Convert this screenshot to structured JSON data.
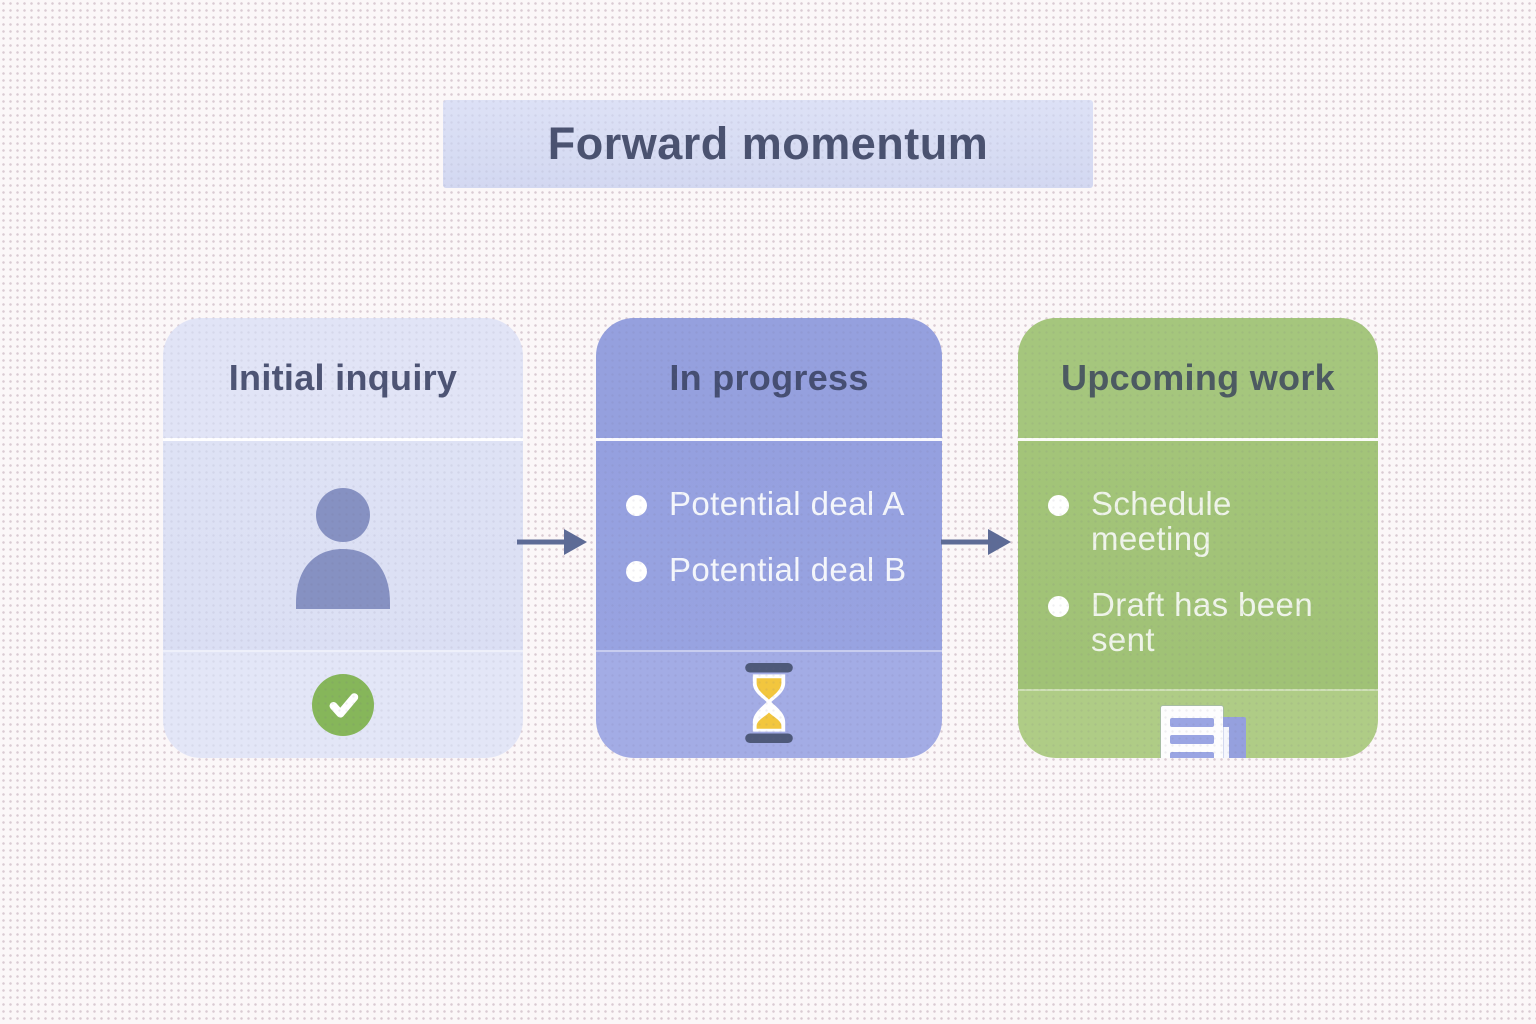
{
  "title": "Forward momentum",
  "columns": [
    {
      "id": "initial-inquiry",
      "label": "Initial inquiry",
      "items": [],
      "body_icon": "person-icon",
      "footer_icon": "check-circle-icon",
      "accent_color": "#dce0f4"
    },
    {
      "id": "in-progress",
      "label": "In progress",
      "items": [
        "Potential deal A",
        "Potential deal B"
      ],
      "footer_icon": "hourglass-icon",
      "accent_color": "#96a1e0"
    },
    {
      "id": "upcoming-work",
      "label": "Upcoming work",
      "items": [
        "Schedule meeting",
        "Draft has been sent"
      ],
      "footer_icon": "document-icon",
      "accent_color": "#a2c378"
    }
  ],
  "connectors": [
    {
      "icon": "arrow-right-icon",
      "color": "#5d6b96"
    },
    {
      "icon": "arrow-right-icon",
      "color": "#5d6b96"
    }
  ],
  "colors": {
    "background": "#fbf7f8",
    "banner": "#d8dcf3",
    "title_text": "#4a5270",
    "header_text_dark": "#4d5474",
    "bullet_text": "#f4f6fb",
    "check_green": "#86b65a",
    "sand_yellow": "#f2c63e",
    "person_blue": "#8691c2",
    "arrow": "#5d6b96"
  }
}
